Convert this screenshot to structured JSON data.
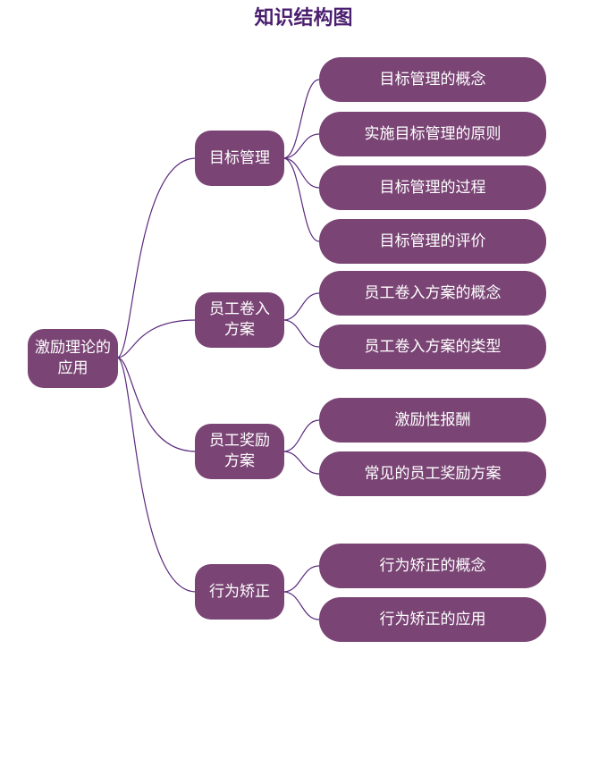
{
  "title": "知识结构图",
  "colors": {
    "node_fill": "#7a4575",
    "node_text": "#ffffff",
    "connector": "#5b2a7e",
    "title": "#4b1f6f"
  },
  "root": {
    "label": "激励理论的应用"
  },
  "branches": [
    {
      "label": "目标管理",
      "children": [
        "目标管理的概念",
        "实施目标管理的原则",
        "目标管理的过程",
        "目标管理的评价"
      ]
    },
    {
      "label": "员工卷入方案",
      "children": [
        "员工卷入方案的概念",
        "员工卷入方案的类型"
      ]
    },
    {
      "label": "员工奖励方案",
      "children": [
        "激励性报酬",
        "常见的员工奖励方案"
      ]
    },
    {
      "label": "行为矫正",
      "children": [
        "行为矫正的概念",
        "行为矫正的应用"
      ]
    }
  ]
}
